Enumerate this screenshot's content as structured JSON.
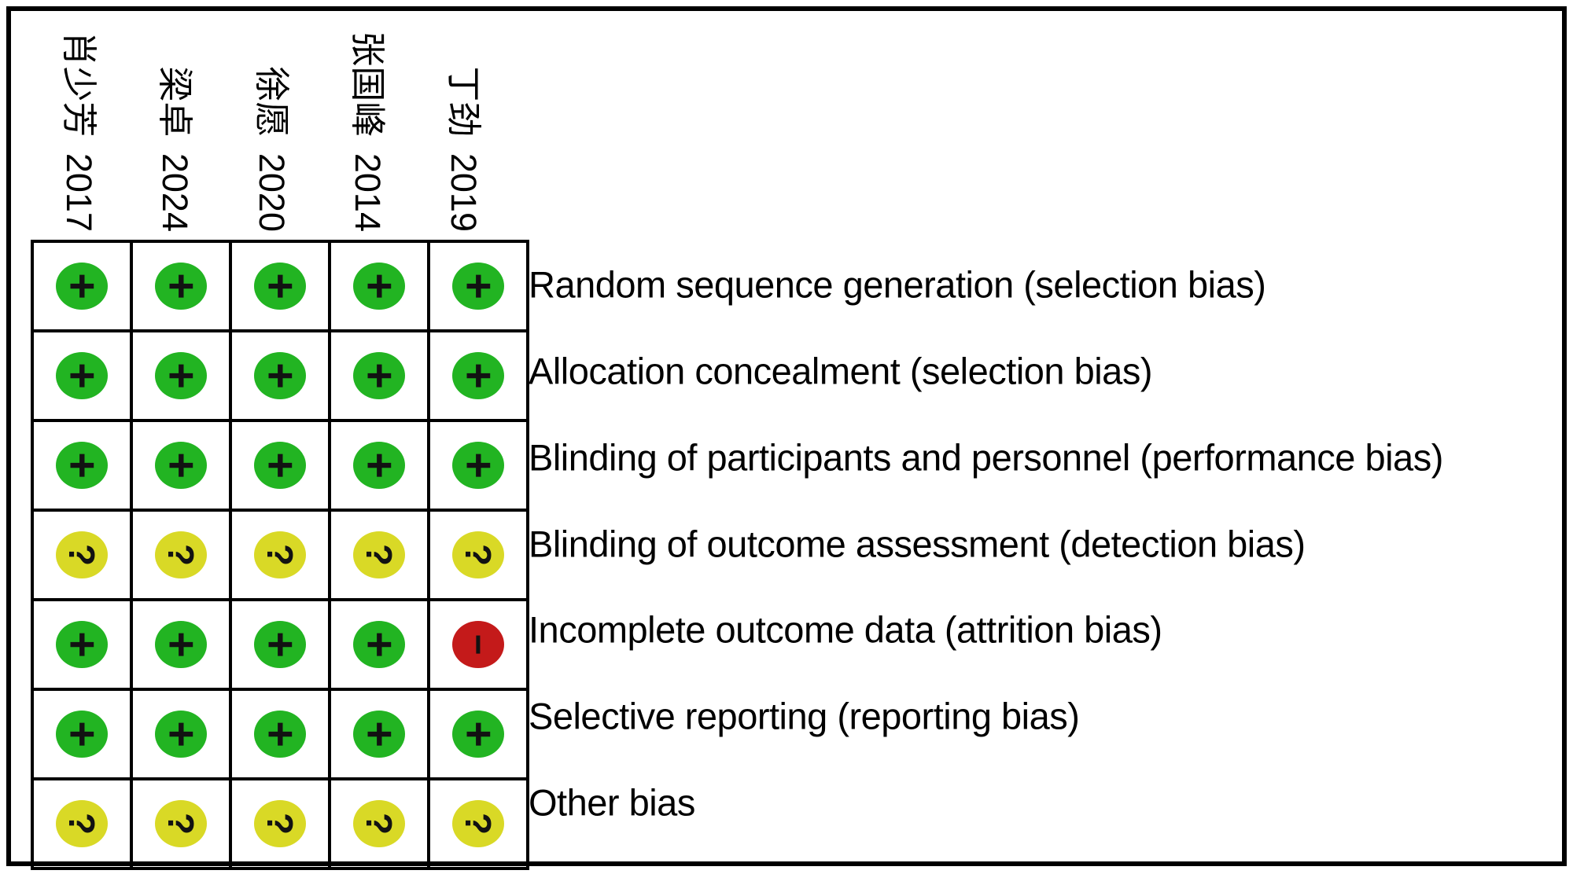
{
  "studies": [
    {
      "label": "肖少芳 2017"
    },
    {
      "label": "梁卓 2024"
    },
    {
      "label": "徐愿 2020"
    },
    {
      "label": "张国峰 2014"
    },
    {
      "label": "丁劲 2019"
    }
  ],
  "domains": [
    {
      "label": "Random sequence generation (selection bias)",
      "judgements": [
        "low",
        "low",
        "low",
        "low",
        "low"
      ]
    },
    {
      "label": "Allocation concealment (selection bias)",
      "judgements": [
        "low",
        "low",
        "low",
        "low",
        "low"
      ]
    },
    {
      "label": "Blinding of participants and personnel (performance bias)",
      "judgements": [
        "low",
        "low",
        "low",
        "low",
        "low"
      ]
    },
    {
      "label": "Blinding of outcome assessment (detection bias)",
      "judgements": [
        "unclear",
        "unclear",
        "unclear",
        "unclear",
        "unclear"
      ]
    },
    {
      "label": "Incomplete outcome data (attrition bias)",
      "judgements": [
        "low",
        "low",
        "low",
        "low",
        "high"
      ]
    },
    {
      "label": "Selective reporting (reporting bias)",
      "judgements": [
        "low",
        "low",
        "low",
        "low",
        "low"
      ]
    },
    {
      "label": "Other bias",
      "judgements": [
        "unclear",
        "unclear",
        "unclear",
        "unclear",
        "unclear"
      ]
    }
  ],
  "judgement_styles": {
    "low": {
      "symbol": "+",
      "color": "#22B422",
      "meaning": "low risk of bias"
    },
    "unclear": {
      "symbol": "?",
      "color": "#D9D926",
      "meaning": "unclear risk of bias"
    },
    "high": {
      "symbol": "−",
      "color": "#C41A1A",
      "meaning": "high risk of bias"
    }
  },
  "chart_data": {
    "type": "heatmap",
    "title": "",
    "columns": [
      "肖少芳 2017",
      "梁卓 2024",
      "徐愿 2020",
      "张国峰 2014",
      "丁劲 2019"
    ],
    "rows": [
      "Random sequence generation (selection bias)",
      "Allocation concealment (selection bias)",
      "Blinding of participants and personnel (performance bias)",
      "Blinding of outcome assessment (detection bias)",
      "Incomplete outcome data (attrition bias)",
      "Selective reporting (reporting bias)",
      "Other bias"
    ],
    "values": [
      [
        "low",
        "low",
        "low",
        "low",
        "low"
      ],
      [
        "low",
        "low",
        "low",
        "low",
        "low"
      ],
      [
        "low",
        "low",
        "low",
        "low",
        "low"
      ],
      [
        "unclear",
        "unclear",
        "unclear",
        "unclear",
        "unclear"
      ],
      [
        "low",
        "low",
        "low",
        "low",
        "high"
      ],
      [
        "low",
        "low",
        "low",
        "low",
        "low"
      ],
      [
        "unclear",
        "unclear",
        "unclear",
        "unclear",
        "unclear"
      ]
    ],
    "legend": {
      "low": "green circle with +",
      "unclear": "yellow circle with ?",
      "high": "red circle with −"
    },
    "layout": {
      "grid": true,
      "column_headers_rotated_deg": 90,
      "row_labels_position": "right"
    }
  }
}
